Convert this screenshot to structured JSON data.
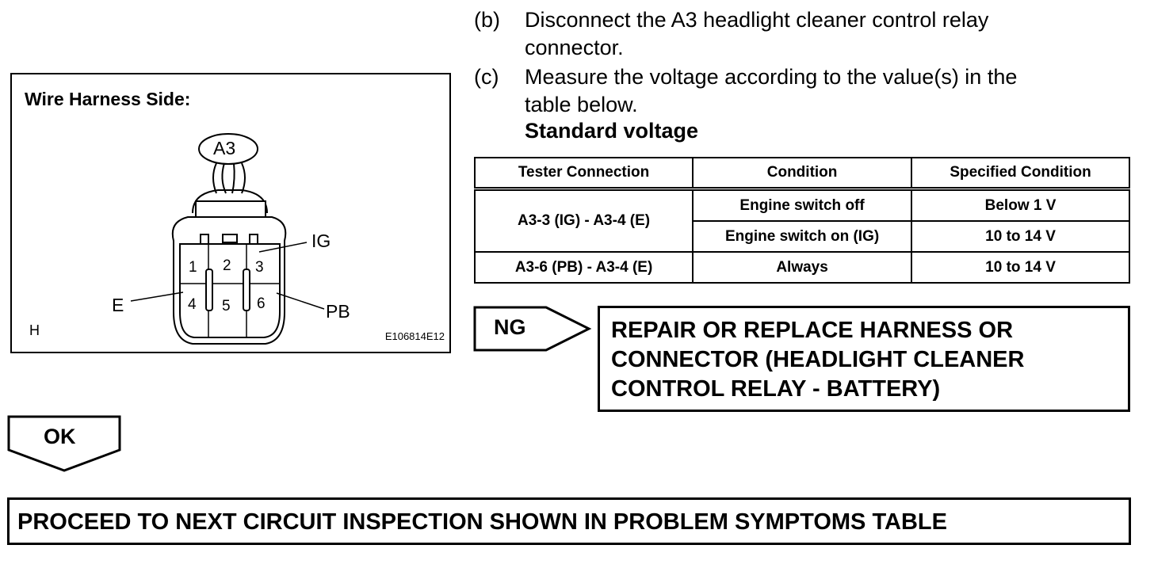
{
  "figure": {
    "title": "Wire Harness Side:",
    "connector_label": "A3",
    "pins": [
      "1",
      "2",
      "3",
      "4",
      "5",
      "6"
    ],
    "labels": {
      "ig": "IG",
      "e": "E",
      "pb": "PB"
    },
    "corner_letter": "H",
    "code": "E106814E12"
  },
  "steps": [
    {
      "letter": "(b)",
      "line1": "Disconnect the A3 headlight cleaner control relay",
      "line2": "connector."
    },
    {
      "letter": "(c)",
      "line1": "Measure the voltage according to the value(s) in the",
      "line2": "table below."
    }
  ],
  "standard_label": "Standard voltage",
  "table": {
    "headers": [
      "Tester Connection",
      "Condition",
      "Specified Condition"
    ],
    "rows": [
      {
        "connection": "A3-3 (IG) - A3-4 (E)",
        "conditions": [
          {
            "condition": "Engine switch off",
            "spec": "Below 1 V"
          },
          {
            "condition": "Engine switch on (IG)",
            "spec": "10 to 14 V"
          }
        ]
      },
      {
        "connection": "A3-6 (PB) - A3-4 (E)",
        "conditions": [
          {
            "condition": "Always",
            "spec": "10 to 14 V"
          }
        ]
      }
    ]
  },
  "ng": {
    "label": "NG",
    "lines": [
      "REPAIR OR REPLACE HARNESS OR",
      "CONNECTOR (HEADLIGHT CLEANER",
      "CONTROL RELAY - BATTERY)"
    ]
  },
  "ok": {
    "label": "OK"
  },
  "proceed": "PROCEED TO NEXT CIRCUIT INSPECTION SHOWN IN PROBLEM SYMPTOMS TABLE"
}
